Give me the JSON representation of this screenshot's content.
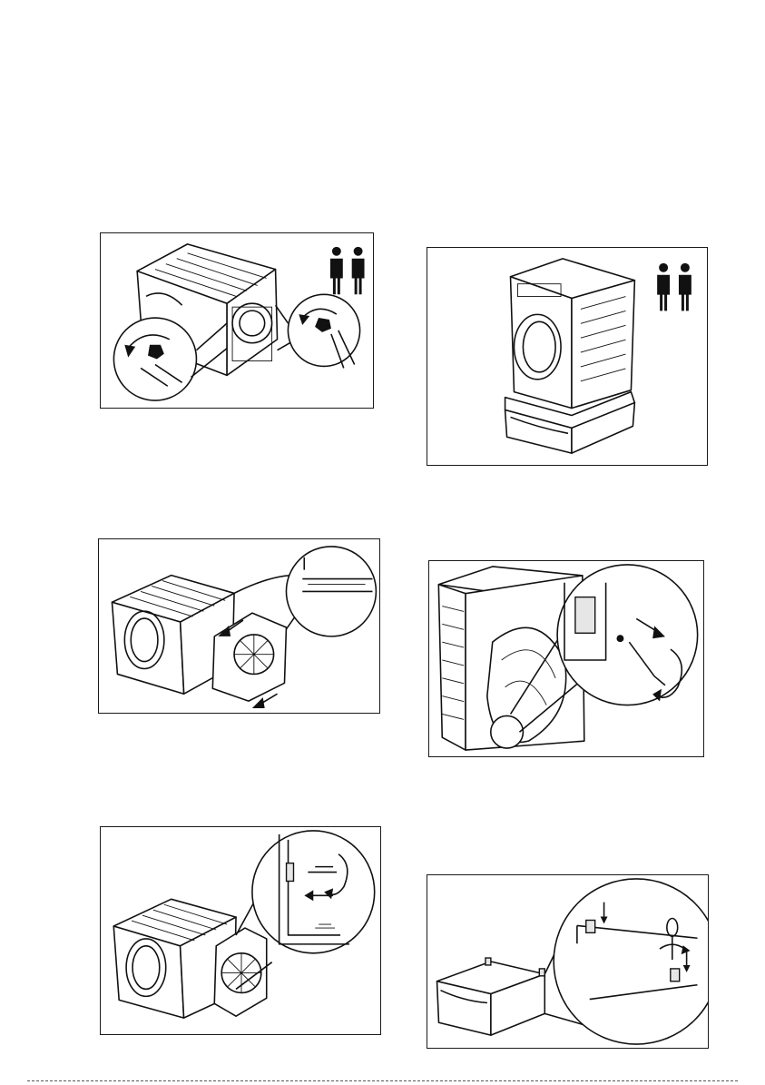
{
  "document": {
    "panels": [
      {
        "id": "unscrew-back-bolts",
        "two_person_icon": true
      },
      {
        "id": "washer-on-pedestal",
        "two_person_icon": true
      },
      {
        "id": "slide-back-cover"
      },
      {
        "id": "door-hinge-screw"
      },
      {
        "id": "screw-side-plate"
      },
      {
        "id": "pedestal-brackets"
      }
    ]
  }
}
